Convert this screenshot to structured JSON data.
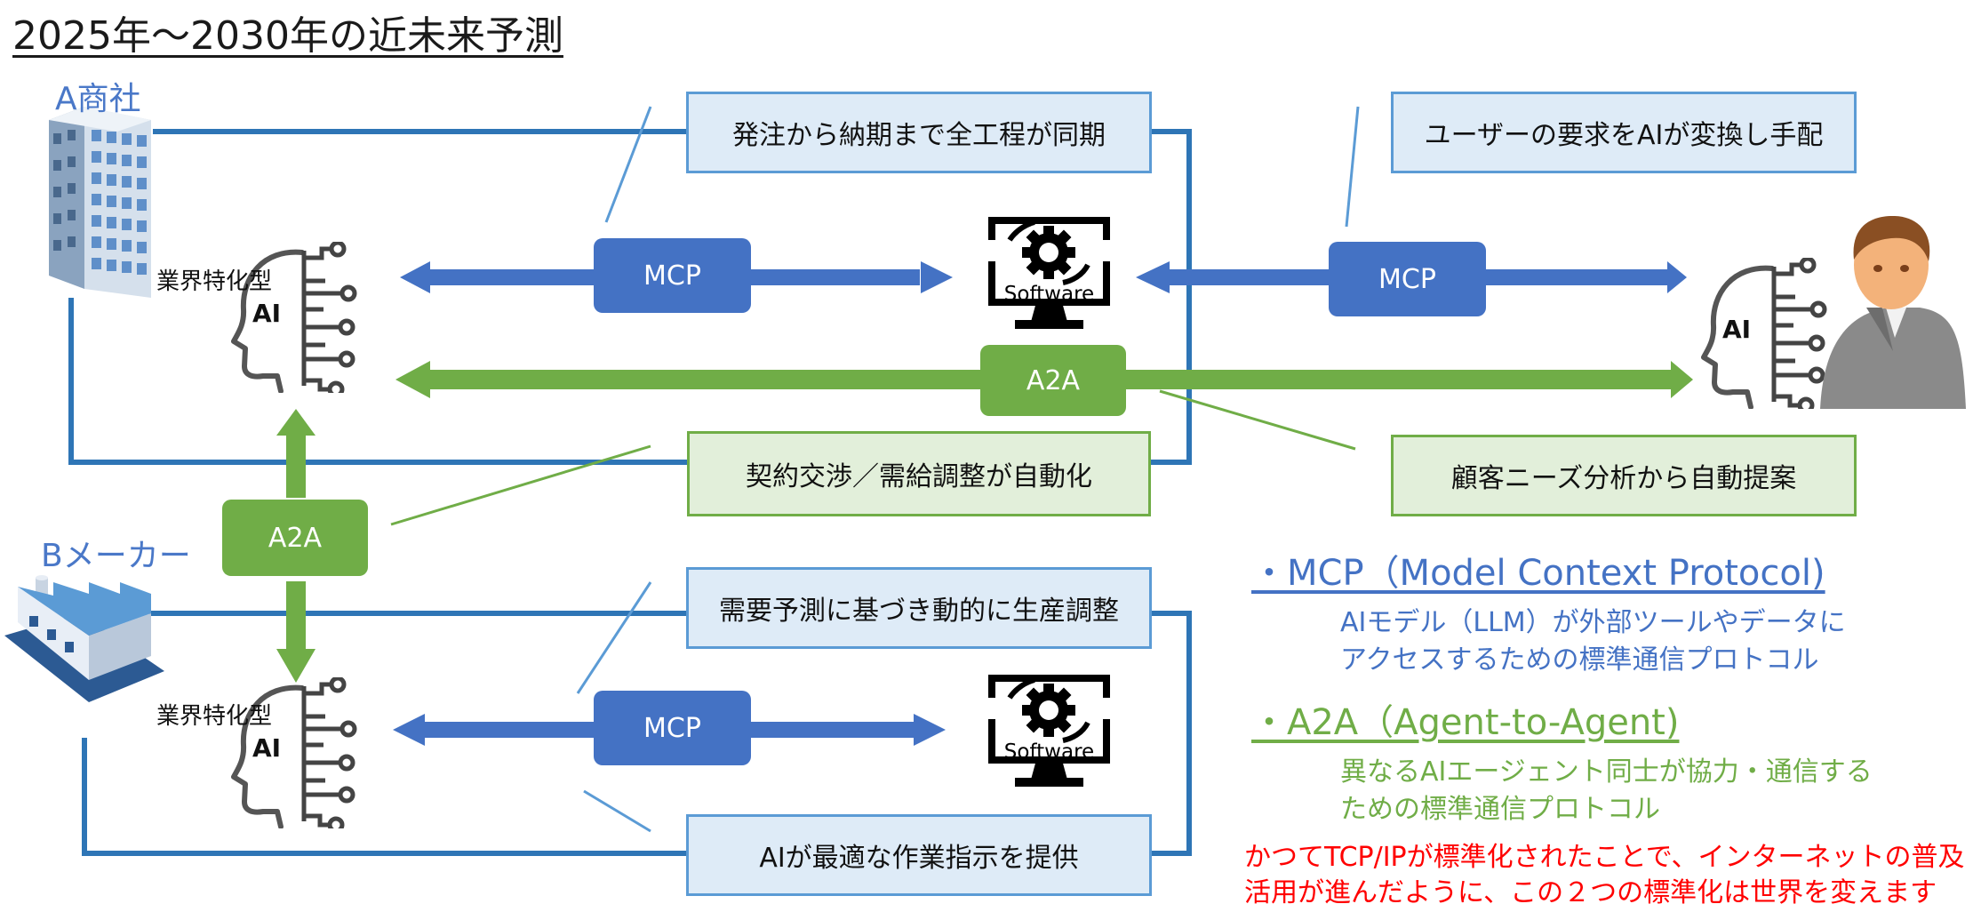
{
  "title": "2025年～2030年の近未来予測",
  "companies": {
    "a": "A商社",
    "b": "Bメーカー"
  },
  "ai_blocks": {
    "caption": "業界特化型",
    "ai_label": "AI"
  },
  "software_label": "Software",
  "protocols": {
    "mcp": "MCP",
    "a2a": "A2A"
  },
  "callouts": {
    "sync_all": "発注から納期まで全工程が同期",
    "user_request": "ユーザーの要求をAIが変換し手配",
    "contract": "契約交渉／需給調整が自動化",
    "customer_needs": "顧客ニーズ分析から自動提案",
    "demand_forecast": "需要予測に基づき動的に生産調整",
    "work_instructions": "AIが最適な作業指示を提供"
  },
  "legend": {
    "mcp_title": "・MCP（Model Context Protocol)",
    "mcp_desc_1": "AIモデル（LLM）が外部ツールやデータに",
    "mcp_desc_2": "アクセスするための標準通信プロトコル",
    "a2a_title": "・A2A（Agent-to-Agent)",
    "a2a_desc_1": "異なるAIエージェント同士が協力・通信する",
    "a2a_desc_2": "ための標準通信プロトコル"
  },
  "note": {
    "line1": "かつてTCP/IPが標準化されたことで、インターネットの普及",
    "line2": "活用が進んだように、この２つの標準化は世界を変えます"
  },
  "colors": {
    "mcp_blue": "#4472c4",
    "a2a_green": "#70ad47",
    "frame_blue": "#2e75b6",
    "callout_blue_fill": "#deebf7",
    "callout_green_fill": "#e2efda",
    "note_red": "#ff0000"
  }
}
